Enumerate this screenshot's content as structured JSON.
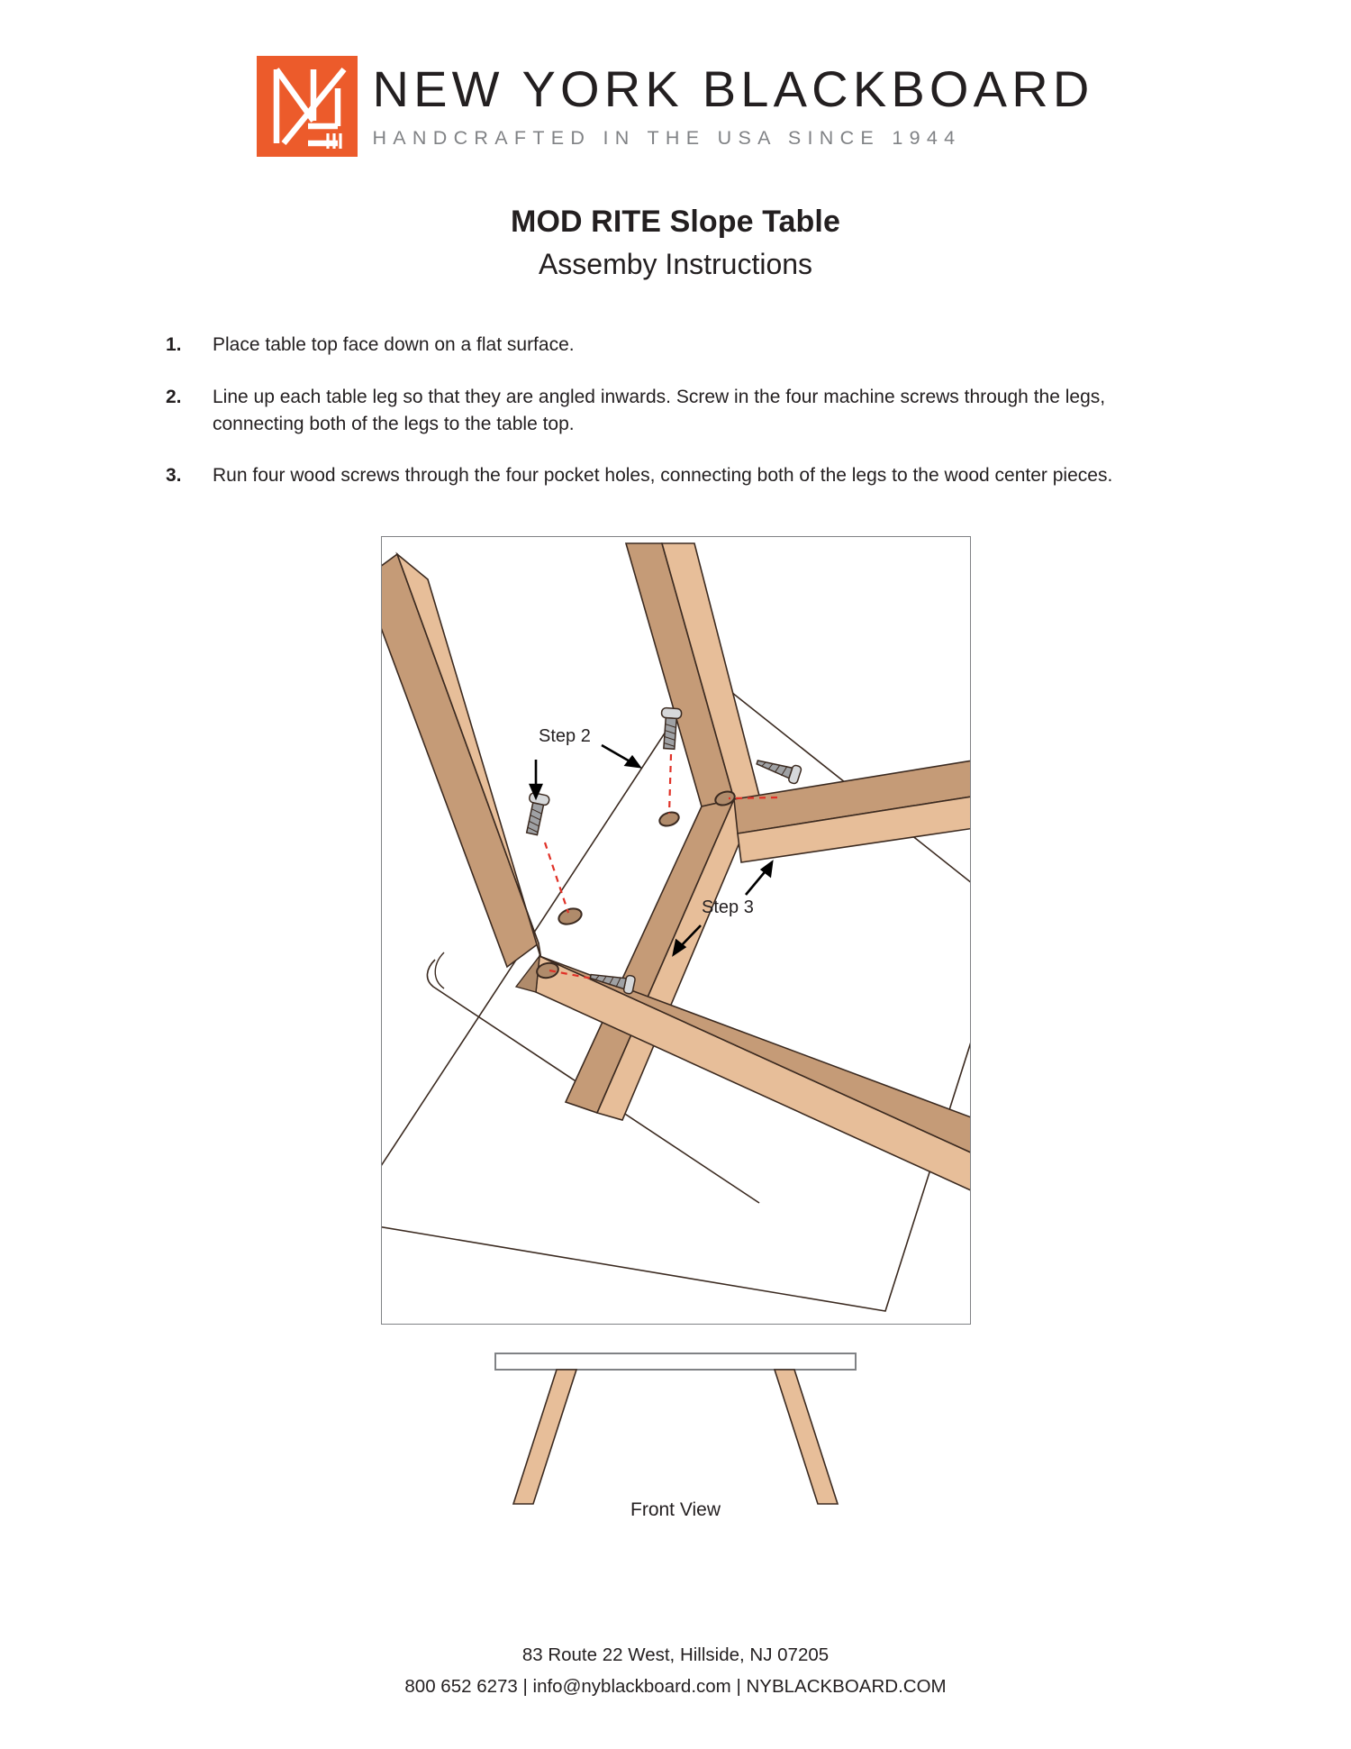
{
  "brand": {
    "logo_icon": "ny-blackboard-monogram-icon",
    "name": "NEW YORK BLACKBOARD",
    "tagline": "HANDCRAFTED IN THE USA SINCE 1944",
    "accent_color": "#EC5B2B",
    "text_color": "#231F20",
    "tagline_color": "#808285"
  },
  "document": {
    "title": "MOD RITE Slope Table",
    "subtitle": "Assemby Instructions"
  },
  "steps": [
    {
      "number": "1.",
      "text": "Place table top face down on a flat surface."
    },
    {
      "number": "2.",
      "text": "Line up each table leg so that they are angled inwards. Screw in the four machine screws through the legs, connecting both of the legs to the table top."
    },
    {
      "number": "3.",
      "text": "Run four wood screws through the four pocket holes, connecting both of the legs to the wood center pieces."
    }
  ],
  "diagram": {
    "callouts": [
      {
        "label": "Step 2"
      },
      {
        "label": "Step 3"
      }
    ],
    "colors": {
      "wood_light": "#E7BE99",
      "wood_mid": "#C59B77",
      "wood_dark": "#B08B6B",
      "outline": "#3B2A20",
      "guide_line": "#E03127",
      "screw_body": "#9FA1A4",
      "screw_highlight": "#D6D8DA",
      "frame_border": "#808285"
    }
  },
  "front_view": {
    "label": "Front View"
  },
  "footer": {
    "address": "83 Route 22 West, Hillside, NJ 07205",
    "contact": "800 652 6273  |  info@nyblackboard.com  |  NYBLACKBOARD.COM"
  }
}
